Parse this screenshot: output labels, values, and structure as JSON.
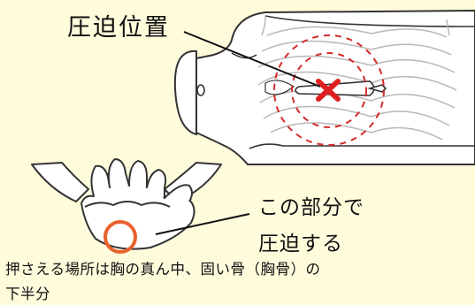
{
  "labels": {
    "compression_position": "圧迫位置",
    "hand_part_line1": "この部分で",
    "hand_part_line2": "圧迫する",
    "caption_line1": "押さえる場所は胸の真ん中、固い骨（胸骨）の",
    "caption_line2": "下半分"
  },
  "colors": {
    "background": "#FFFCDC",
    "body_fill": "#FFFFFF",
    "outline": "#333333",
    "rib_lines": "#B8B8B8",
    "target_circle": "#D42A2A",
    "target_mark": "#E02020",
    "palm_highlight": "#E8622E",
    "text": "#111111"
  },
  "icons": {
    "target_mark": "x-mark-icon",
    "compression_zone": "dashed-circle-icon",
    "palm_zone": "highlight-circle-icon"
  }
}
